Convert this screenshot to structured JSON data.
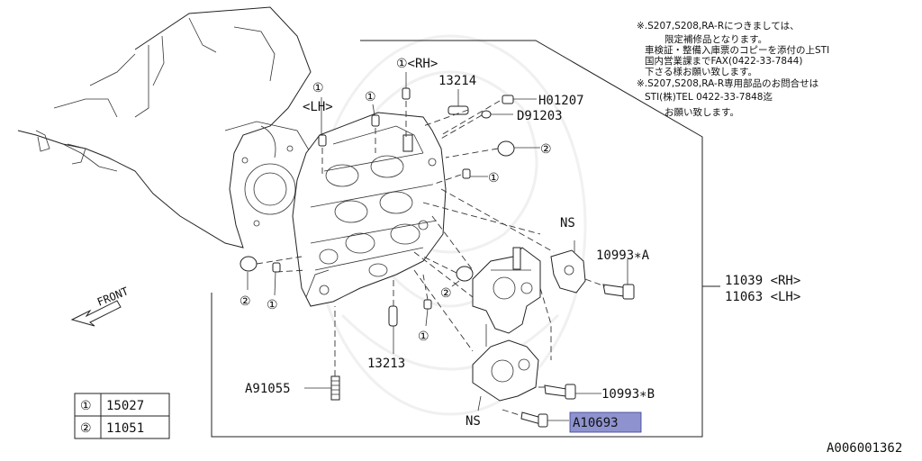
{
  "notes": {
    "line1": "※.S207,S208,RA-Rにつきましては、",
    "line2": "限定補修品となります。",
    "line3": "車検証・整備入庫票のコピーを添付の上STI",
    "line4": "国内営業課までFAX(0422-33-7844)",
    "line5": "下さる様お願い致します。",
    "line6": "※.S207,S208,RA-R専用部品のお問合せは",
    "line7": "STI(株)TEL 0422-33-7848迄",
    "line8": "お願い致します。"
  },
  "callouts": {
    "rh_label": "①<RH>",
    "lh_label": "①",
    "lh_side": "<LH>",
    "p13214": "13214",
    "pH01207": "H01207",
    "pD91203": "D91203",
    "c2_top": "②",
    "c1_right": "①",
    "ns_top": "NS",
    "p10993A": "10993∗A",
    "p11039": "11039 <RH>",
    "p11063": "11063 <LH>",
    "front": "FRONT",
    "c2_left": "②",
    "c1_left": "①",
    "c2_mid": "②",
    "c1_mid": "①",
    "c1_top_small": "①",
    "p13213": "13213",
    "pA91055": "A91055",
    "p10993B": "10993∗B",
    "ns_bottom": "NS",
    "pA10693": "A10693"
  },
  "legend": [
    {
      "symbol": "①",
      "part": "15027"
    },
    {
      "symbol": "②",
      "part": "11051"
    }
  ],
  "diagram_id": "A006001362",
  "colors": {
    "highlight": "#8e93cf"
  }
}
